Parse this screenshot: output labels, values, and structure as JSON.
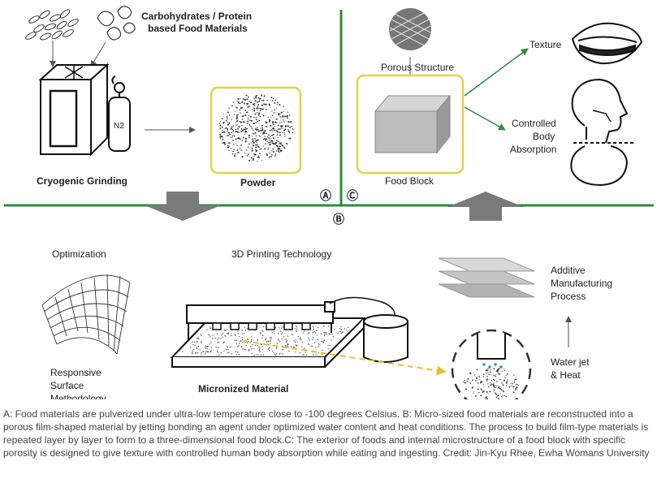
{
  "labels": {
    "materials": [
      "Carbohydrates / Protein",
      "based Food Materials"
    ],
    "cryogenic_grinding": "Cryogenic Grinding",
    "n2": "N2",
    "powder": "Powder",
    "porous_structure": "Porous Structure",
    "food_block": "Food Block",
    "texture": "Texture",
    "absorption": [
      "Controlled",
      "Body",
      "Absorption"
    ],
    "section_a": "Ⓐ",
    "section_b": "Ⓑ",
    "section_c": "Ⓒ",
    "optimization": "Optimization",
    "printing_tech": "3D Printing Technology",
    "rsm": [
      "Responsive",
      "Surface",
      "Methodology"
    ],
    "micronized": "Micronized Material",
    "additive": [
      "Additive",
      "Manufacturing",
      "Process"
    ],
    "waterjet": [
      "Water jet",
      "& Heat"
    ]
  },
  "colors": {
    "divider_green": "#2e8b3e",
    "highlight_yellow": "#e0d44a",
    "dashed_arrow_yellow": "#e3c32a",
    "arrow_gray": "#7a7a7a",
    "caption_text": "#444444"
  },
  "caption": "A: Food materials are pulverized under ultra-low temperature close to -100 degrees Celsius. B: Micro-sized food materials are reconstructed into a porous film-shaped material by jetting bonding an agent under optimized water content and heat conditions. The process to build film-type materials is repeated layer by layer to form to a three-dimensional food block.C: The exterior of foods and internal microstructure of a food block with specific porosity is designed to give texture with controlled human body absorption while eating and ingesting. Credit: Jin-Kyu Rhee, Ewha Womans University"
}
